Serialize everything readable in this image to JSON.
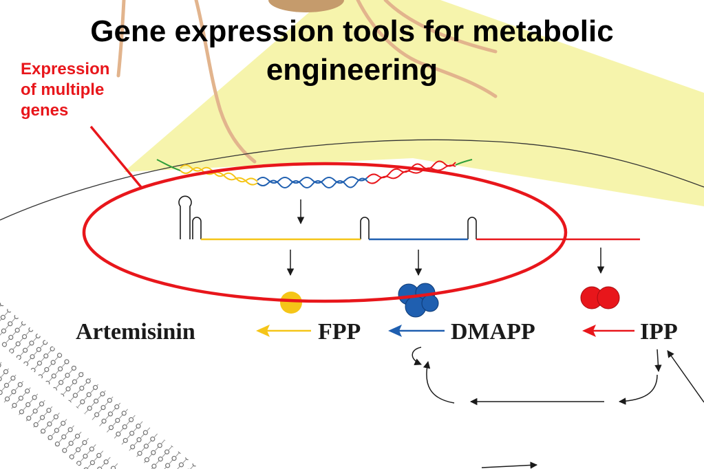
{
  "title": {
    "line1": "Gene expression tools for metabolic",
    "line2": "engineering"
  },
  "callout": {
    "lines": [
      "Expression",
      "of multiple",
      "genes"
    ]
  },
  "pathway": {
    "molecules": [
      "Artemisinin",
      "FPP",
      "DMAPP",
      "IPP"
    ]
  },
  "colors": {
    "gene1": "#f5c518",
    "gene2": "#1f5fb0",
    "gene3": "#e8161b",
    "callout": "#e8161b",
    "highlight_cone": "#f6f3a8",
    "membrane": "#333333"
  }
}
